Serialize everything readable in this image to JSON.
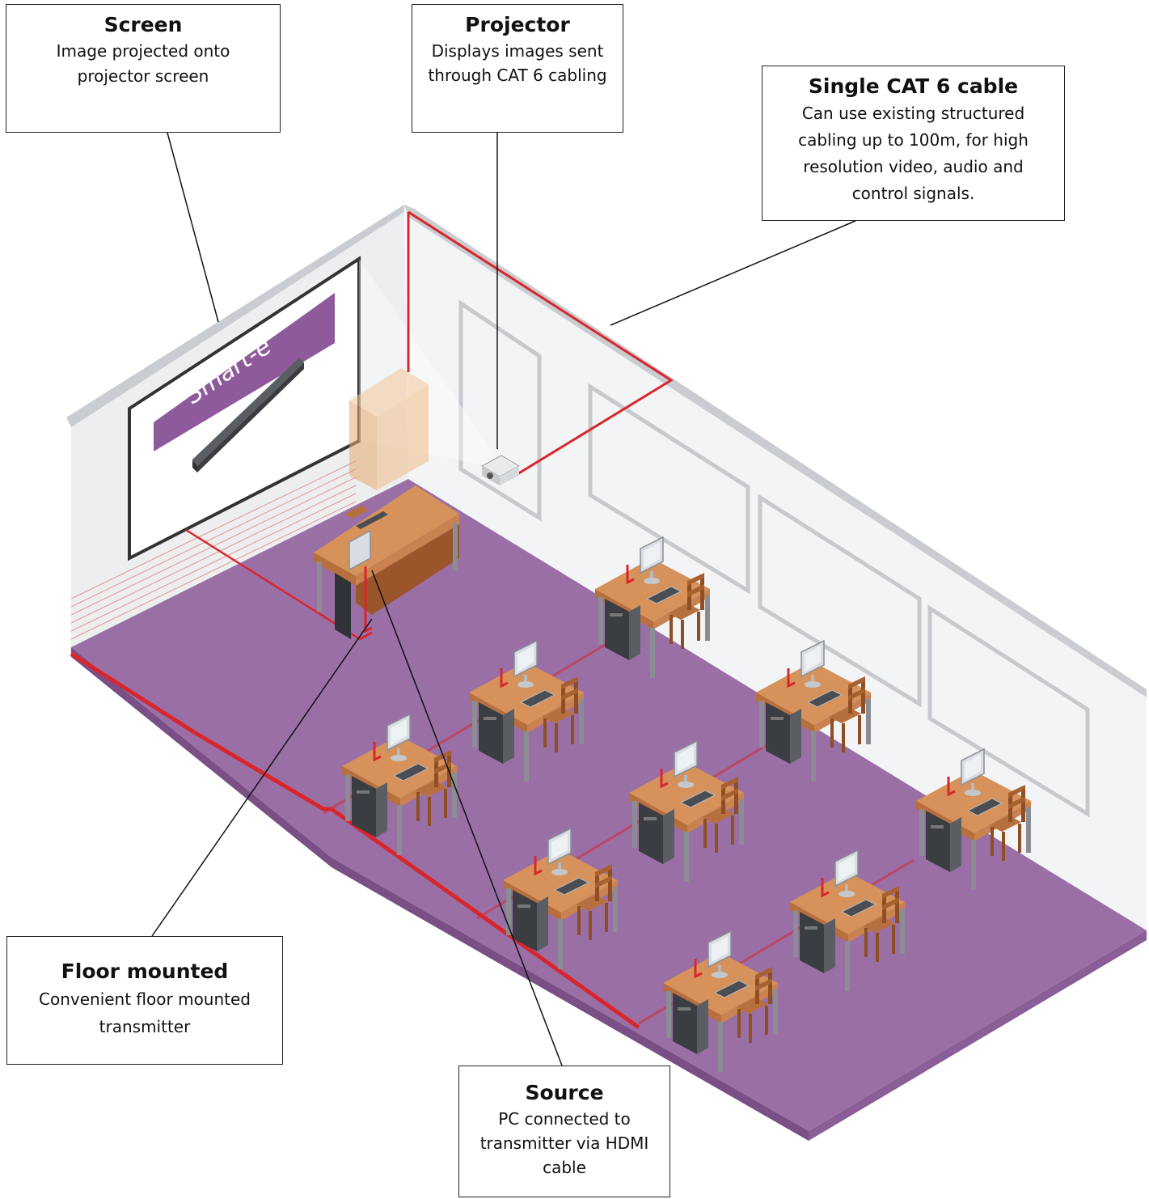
{
  "callouts": {
    "screen": {
      "title": "Screen",
      "body": "Image projected onto projector screen"
    },
    "projector": {
      "title": "Projector",
      "body": "Displays images sent through CAT 6 cabling"
    },
    "cable": {
      "title": "Single CAT 6 cable",
      "body": "Can use existing structured cabling up to 100m, for high resolution video, audio and control signals."
    },
    "floor": {
      "title": "Floor mounted",
      "body": "Convenient floor mounted transmitter"
    },
    "source": {
      "title": "Source",
      "body": "PC connected to transmitter via HDMI cable"
    }
  },
  "screen_brand": "Smart-e",
  "colors": {
    "floor": "#9a6fa6",
    "floor_edge": "#7a4f86",
    "wall": "#f2f3f4",
    "wall_side": "#d8dadd",
    "cable": "#d9262b",
    "desk_top": "#d6925a",
    "desk_side": "#b06d3c",
    "screen_band": "#8f5a9c"
  }
}
